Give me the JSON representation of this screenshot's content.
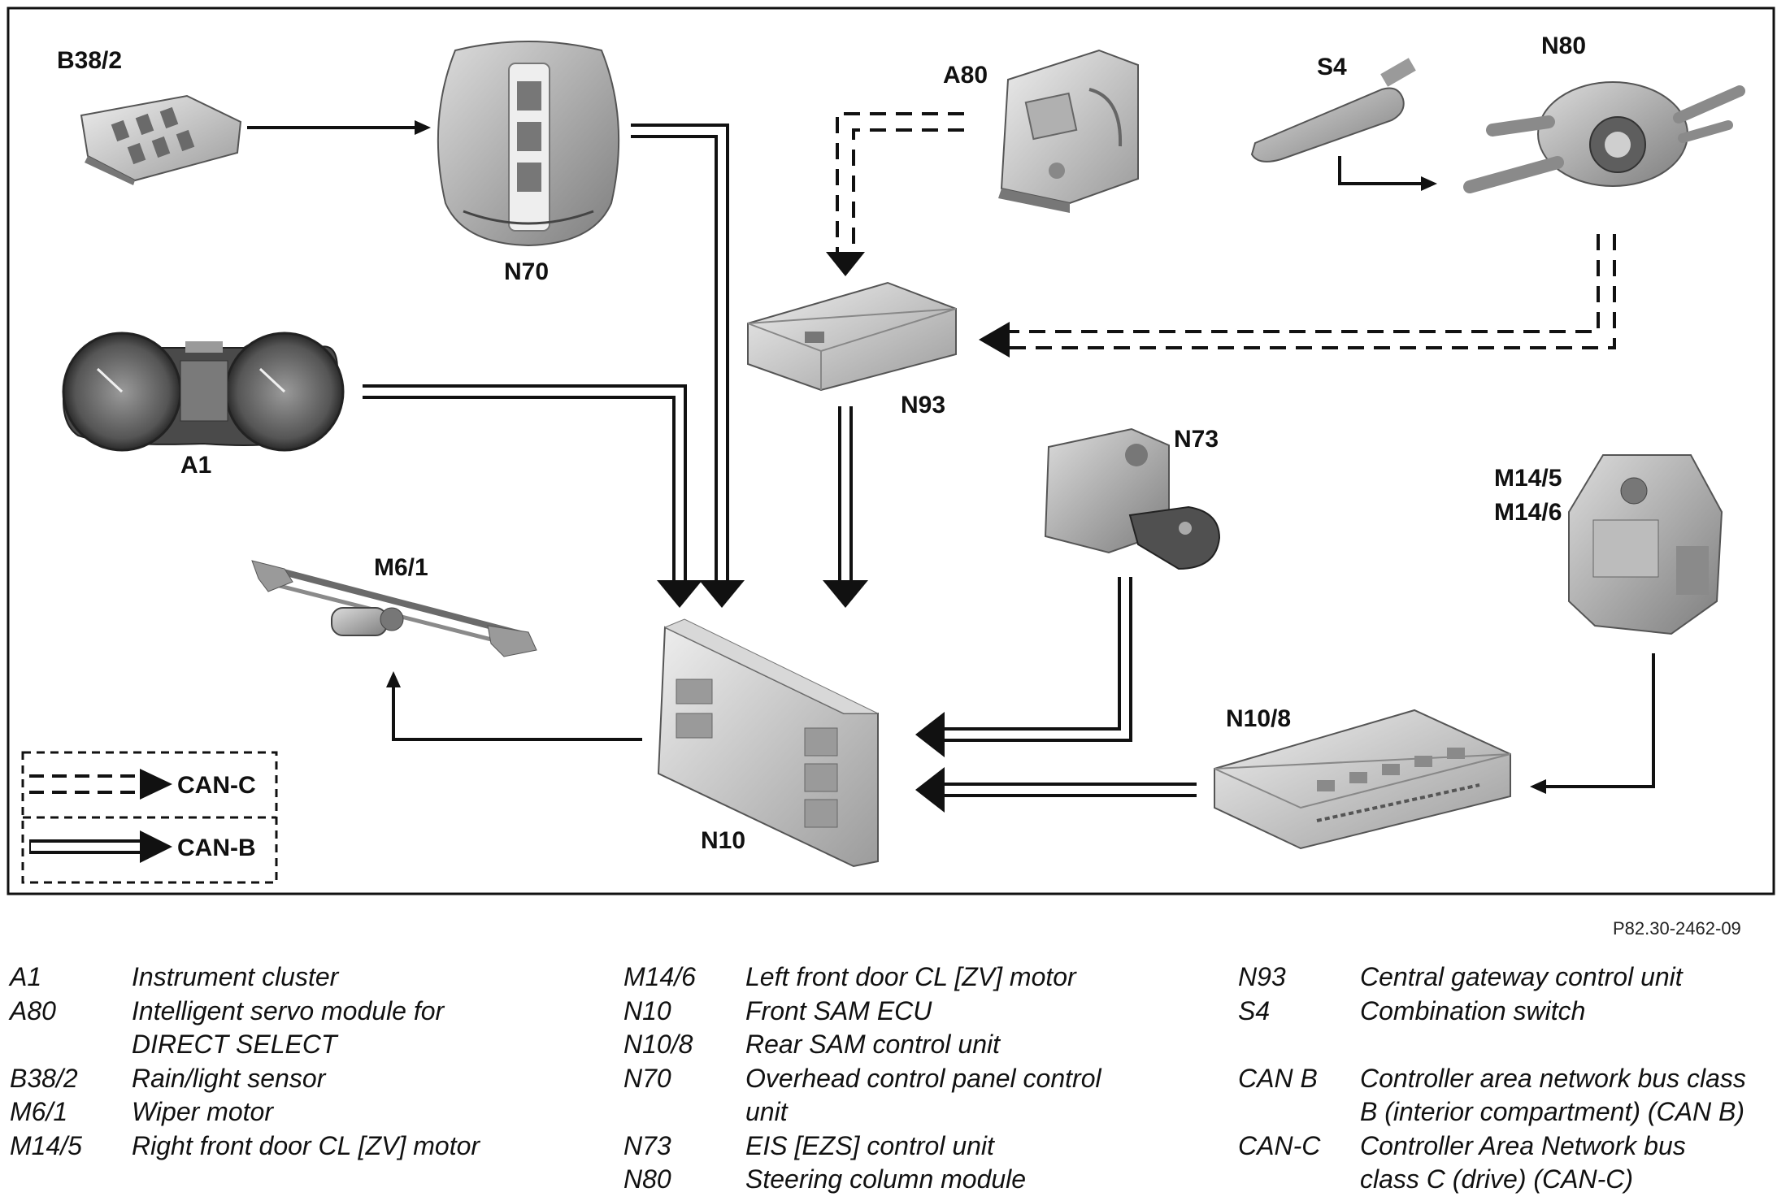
{
  "components": {
    "b38_2": "B38/2",
    "n70": "N70",
    "a80": "A80",
    "s4": "S4",
    "n80": "N80",
    "a1": "A1",
    "n93": "N93",
    "n73": "N73",
    "m14_5_6_line1": "M14/5",
    "m14_5_6_line2": "M14/6",
    "m6_1": "M6/1",
    "n10": "N10",
    "n10_8": "N10/8"
  },
  "legend": {
    "can_c": "CAN-C",
    "can_b": "CAN-B"
  },
  "figure_ref": "P82.30-2462-09",
  "key_columns": [
    [
      {
        "code": "A1",
        "desc": "Instrument cluster"
      },
      {
        "code": "A80",
        "desc": "Intelligent servo module for\nDIRECT SELECT"
      },
      {
        "code": "B38/2",
        "desc": "Rain/light sensor"
      },
      {
        "code": "M6/1",
        "desc": "Wiper motor"
      },
      {
        "code": "M14/5",
        "desc": "Right front door CL [ZV] motor"
      }
    ],
    [
      {
        "code": "M14/6",
        "desc": "Left front door CL [ZV] motor"
      },
      {
        "code": "N10",
        "desc": "Front SAM ECU"
      },
      {
        "code": "N10/8",
        "desc": "Rear SAM control unit"
      },
      {
        "code": "N70",
        "desc": "Overhead control panel control\nunit"
      },
      {
        "code": "N73",
        "desc": "EIS [EZS] control unit"
      },
      {
        "code": "N80",
        "desc": "Steering column module"
      }
    ],
    [
      {
        "code": "N93",
        "desc": "Central gateway control unit"
      },
      {
        "code": "S4",
        "desc": "Combination switch"
      },
      {
        "code": "",
        "desc": ""
      },
      {
        "code": "CAN B",
        "desc": "Controller area network bus class\nB (interior compartment) (CAN B)"
      },
      {
        "code": "CAN-C",
        "desc": "Controller Area Network bus\nclass C (drive) (CAN-C)"
      }
    ]
  ],
  "colors": {
    "line": "#111111",
    "component_fill": "#c9c9c9",
    "component_dark": "#8a8a8a",
    "component_light": "#e6e6e6"
  }
}
